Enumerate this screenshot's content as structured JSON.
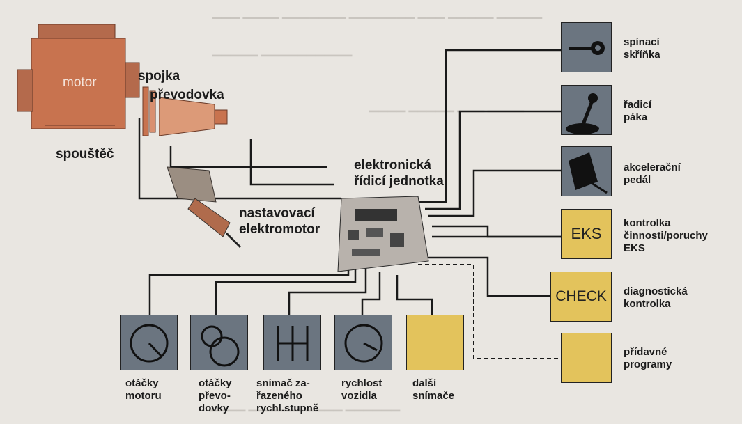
{
  "components": {
    "motor": "motor",
    "spojka": "spojka",
    "prevodovka": "převodovka",
    "spoustec": "spouštěč",
    "nastavovaci": [
      "nastavovací",
      "elektromotor"
    ],
    "ecu": [
      "elektronická",
      "řídicí jednotka"
    ]
  },
  "outputs": [
    {
      "id": "spinaci-skrinka",
      "lines": [
        "spínací",
        "skříňka"
      ],
      "box": "gray",
      "icon": "key-icon",
      "text": ""
    },
    {
      "id": "radici-paka",
      "lines": [
        "řadicí",
        "páka"
      ],
      "box": "gray",
      "icon": "gear-lever-icon",
      "text": ""
    },
    {
      "id": "akceleracni-pedal",
      "lines": [
        "akcelerační",
        "pedál"
      ],
      "box": "gray",
      "icon": "pedal-icon",
      "text": ""
    },
    {
      "id": "kontrolka-eks",
      "lines": [
        "kontrolka",
        "činnosti/poruchy",
        "EKS"
      ],
      "box": "yellow",
      "icon": "",
      "text": "EKS"
    },
    {
      "id": "diagnosticka-kontrolka",
      "lines": [
        "diagnostická",
        "kontrolka"
      ],
      "box": "yellow",
      "icon": "",
      "text": "CHECK"
    },
    {
      "id": "pridavne-programy",
      "lines": [
        "přídavné",
        "programy"
      ],
      "box": "yellow",
      "icon": "",
      "text": ""
    }
  ],
  "sensors": [
    {
      "id": "otacky-motoru",
      "lines": [
        "otáčky",
        "motoru"
      ],
      "box": "gray",
      "icon": "tachometer-icon"
    },
    {
      "id": "otacky-prevodovky",
      "lines": [
        "otáčky",
        "převo-",
        "dovky"
      ],
      "box": "gray",
      "icon": "gear-sensor-icon"
    },
    {
      "id": "snimac-zarazeneho",
      "lines": [
        "snímač za-",
        "řazeného",
        "rychl.stupně"
      ],
      "box": "gray",
      "icon": "gear-pattern-icon"
    },
    {
      "id": "rychlost-vozidla",
      "lines": [
        "rychlost",
        "vozidla"
      ],
      "box": "gray",
      "icon": "speedometer-icon"
    },
    {
      "id": "dalsi-snimace",
      "lines": [
        "další",
        "snímače"
      ],
      "box": "yellow",
      "icon": ""
    }
  ]
}
